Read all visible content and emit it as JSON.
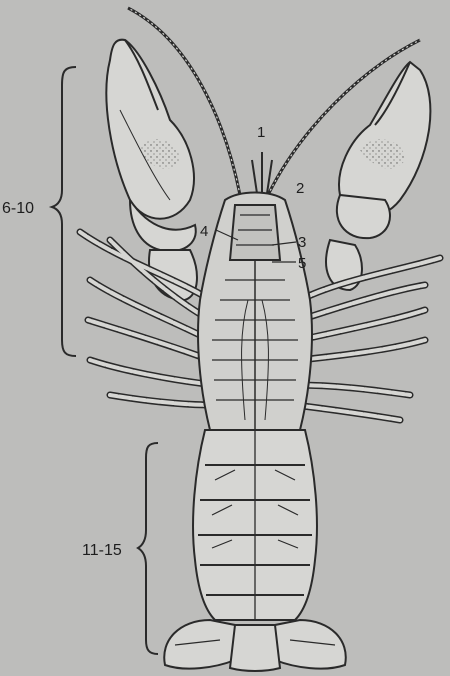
{
  "figure": {
    "labels": {
      "mouth_parts": "1",
      "antenna": "2",
      "part_3": "3",
      "part_4": "4",
      "part_5": "5"
    },
    "brackets": {
      "thorax_appendages": "6-10",
      "abdomen_appendages": "11-15"
    },
    "colors": {
      "background": "#bdbdbb",
      "ink": "#2a2a2a",
      "body_fill": "#d6d6d3",
      "shade": "#8c8c8a"
    }
  }
}
